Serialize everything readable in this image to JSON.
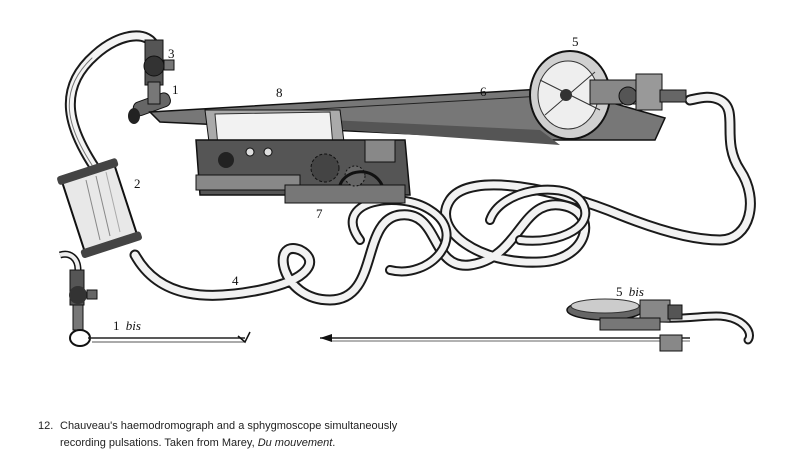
{
  "figure": {
    "labels": {
      "l1": "1",
      "l2": "2",
      "l3": "3",
      "l4": "4",
      "l5": "5",
      "l6": "6",
      "l7": "7",
      "l8": "8",
      "l1bis_num": "1",
      "l1bis_suffix": "bis",
      "l5bis_num": "5",
      "l5bis_suffix": "bis"
    }
  },
  "caption": {
    "number": "12.",
    "line1": "Chauveau's haemodromograph and a sphygmoscope simultaneously",
    "line2_prefix": "recording pulsations. Taken from Marey, ",
    "line2_italic": "Du mouvement",
    "line2_suffix": "."
  }
}
